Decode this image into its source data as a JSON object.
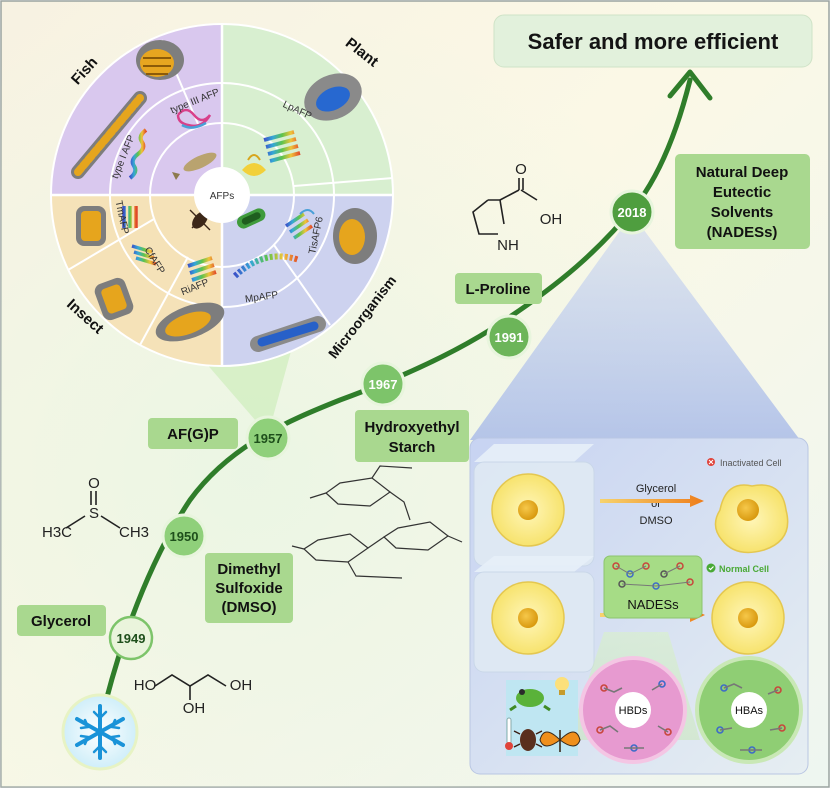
{
  "headline": "Safer and more efficient",
  "afp_wheel": {
    "center_label": "AFPs",
    "sectors": {
      "fish": "Fish",
      "plant": "Plant",
      "insect": "Insect",
      "microorganism": "Microorganism"
    },
    "proteins": {
      "type_iii": "type III AFP",
      "type_i": "type I AFP",
      "lp": "LpAFP",
      "tis": "TisAFP6",
      "mp": "MpAFP",
      "tm": "TmAFP",
      "cf": "CfAFP",
      "ri": "RiAFP"
    }
  },
  "timeline": {
    "years": [
      "1949",
      "1950",
      "1957",
      "1967",
      "1991",
      "2018"
    ],
    "labels": {
      "glycerol": "Glycerol",
      "dmso": [
        "Dimethyl",
        "Sulfoxide",
        "(DMSO)"
      ],
      "afgp": "AF(G)P",
      "hes": [
        "Hydroxyethyl",
        "Starch"
      ],
      "proline": "L-Proline",
      "nades": [
        "Natural Deep",
        "Eutectic",
        "Solvents",
        "(NADESs)"
      ]
    }
  },
  "chemistry": {
    "dmso_atoms": {
      "o": "O",
      "s": "S",
      "left": "H3C",
      "right": "CH3"
    },
    "glycerol_atoms": {
      "oh_left": "HO",
      "oh_mid": "OH",
      "oh_right": "OH"
    },
    "proline_atoms": {
      "o": "O",
      "oh": "OH",
      "nh": "NH"
    }
  },
  "panel": {
    "inactivated": "Inactivated Cell",
    "normal": "Normal Cell",
    "glycerol_or_dmso": [
      "Glycerol",
      "or",
      "DMSO"
    ],
    "nadess": "NADESs",
    "hbds": "HBDs",
    "hbas": "HBAs"
  },
  "colors": {
    "timeline_green": "#2f7d2a",
    "node_green": "#7dc46a",
    "label_green": "#a9d88f",
    "fish_purple": "#d9c8ee",
    "plant_green": "#d8efd0",
    "insect_tan": "#f5e2b8",
    "micro_blue": "#cdd2ef",
    "hbd_pink": "#e79ad0",
    "hba_green": "#8fce74"
  }
}
